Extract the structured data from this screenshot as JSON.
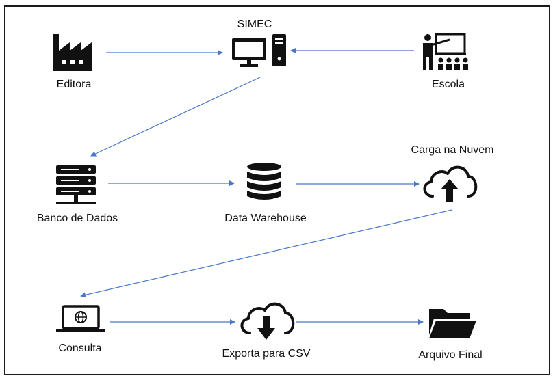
{
  "diagram": {
    "nodes": {
      "editora": {
        "label": "Editora",
        "icon": "factory-icon"
      },
      "simec": {
        "label": "SIMEC",
        "icon": "computer-icon"
      },
      "escola": {
        "label": "Escola",
        "icon": "teacher-classroom-icon"
      },
      "banco": {
        "label": "Banco de Dados",
        "icon": "server-icon"
      },
      "dw": {
        "label": "Data Warehouse",
        "icon": "database-icon"
      },
      "nuvem": {
        "label": "Carga na Nuvem",
        "icon": "cloud-upload-icon"
      },
      "consulta": {
        "label": "Consulta",
        "icon": "laptop-globe-icon"
      },
      "csv": {
        "label": "Exporta para CSV",
        "icon": "cloud-download-icon"
      },
      "arquivo": {
        "label": "Arquivo Final",
        "icon": "folder-open-icon"
      }
    },
    "edges": [
      {
        "from": "Editora",
        "to": "SIMEC"
      },
      {
        "from": "Escola",
        "to": "SIMEC"
      },
      {
        "from": "SIMEC",
        "to": "Banco de Dados"
      },
      {
        "from": "Banco de Dados",
        "to": "Data Warehouse"
      },
      {
        "from": "Data Warehouse",
        "to": "Carga na Nuvem"
      },
      {
        "from": "Carga na Nuvem",
        "to": "Consulta"
      },
      {
        "from": "Consulta",
        "to": "Exporta para CSV"
      },
      {
        "from": "Exporta para CSV",
        "to": "Arquivo Final"
      }
    ],
    "colors": {
      "arrow": "#4a78c8",
      "icon": "#111111",
      "border": "#1a1a1a"
    }
  }
}
